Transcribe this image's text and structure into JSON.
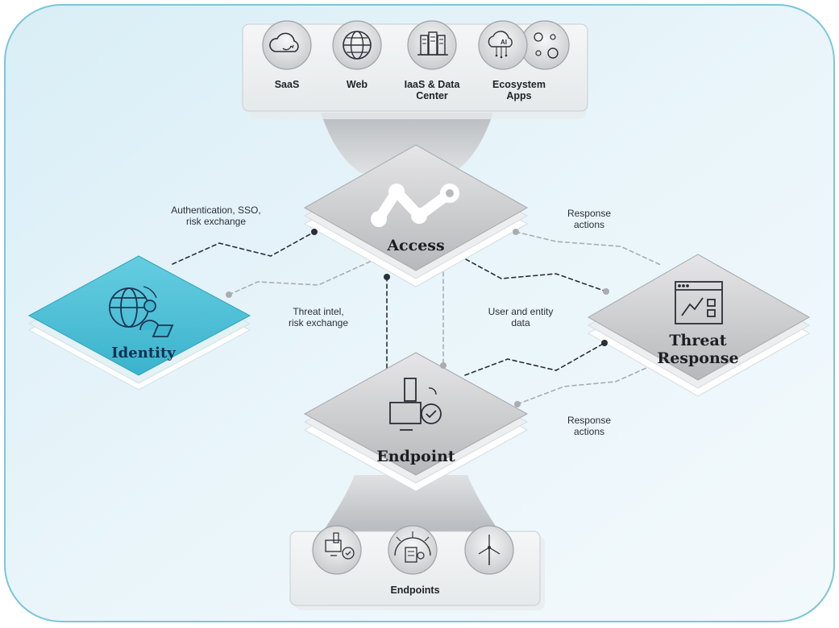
{
  "top_panel": {
    "items": [
      {
        "label": "SaaS",
        "icon": "cloud-sync-icon"
      },
      {
        "label": "Web",
        "icon": "globe-icon"
      },
      {
        "label": "IaaS & Data Center",
        "icon": "server-rack-icon"
      },
      {
        "label": "Ecosystem Apps",
        "icon": "ai-gears-icon"
      }
    ]
  },
  "nodes": {
    "access": {
      "label": "Access",
      "icon": "connection-nodes-icon"
    },
    "identity": {
      "label": "Identity",
      "icon": "user-globe-laptop-icon"
    },
    "threat_response": {
      "label": "Threat Response",
      "line1": "Threat",
      "line2": "Response",
      "icon": "analytics-window-icon"
    },
    "endpoint": {
      "label": "Endpoint",
      "icon": "devices-check-icon"
    }
  },
  "connections": {
    "auth": {
      "line1": "Authentication, SSO,",
      "line2": "risk exchange"
    },
    "threat_intel": {
      "line1": "Threat intel,",
      "line2": "risk exchange"
    },
    "response_top": {
      "line1": "Response",
      "line2": "actions"
    },
    "user_entity": {
      "line1": "User and entity",
      "line2": "data"
    },
    "response_bottom": {
      "line1": "Response",
      "line2": "actions"
    }
  },
  "bottom_panel": {
    "label": "Endpoints",
    "icons": [
      "devices-check-icon",
      "building-signal-icon",
      "wind-turbine-icon"
    ]
  },
  "colors": {
    "background_light": "#e9f5fa",
    "border": "#7cc6da",
    "identity_teal": "#3fb7d0",
    "node_gray": "#c9c9cb",
    "line_dark": "#2b2f36",
    "line_light": "#a9adb3"
  }
}
